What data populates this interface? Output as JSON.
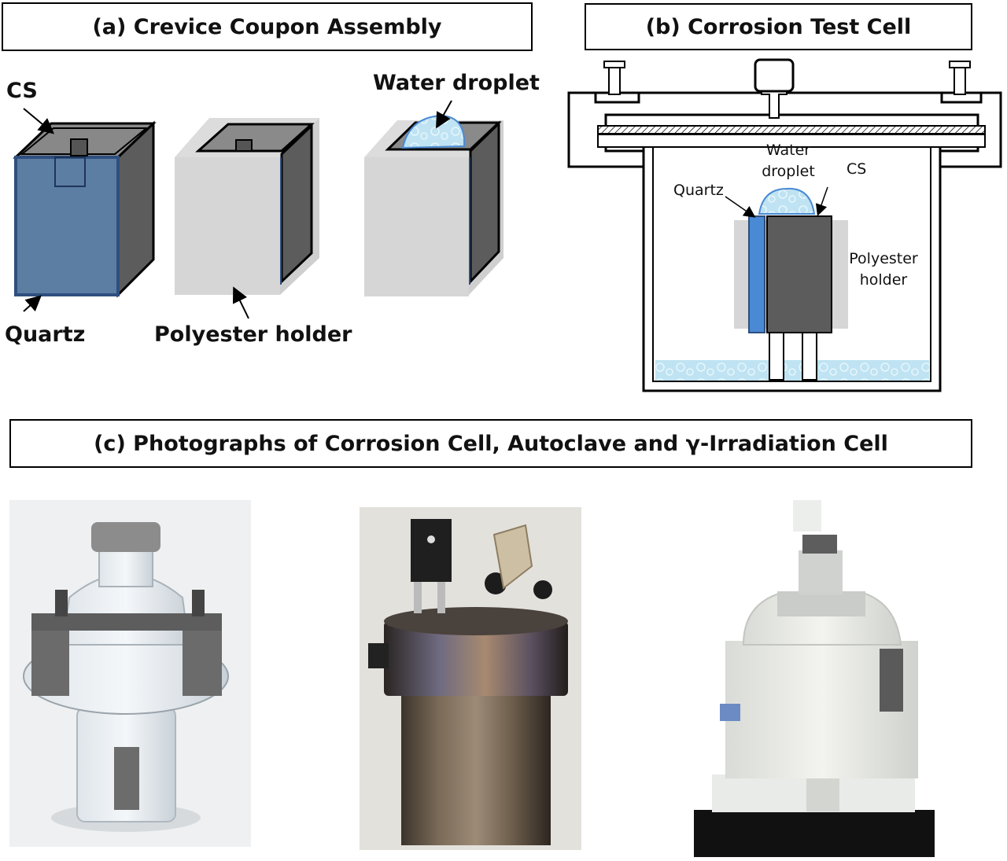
{
  "panel_a": {
    "title": "(a)  Crevice Coupon Assembly",
    "labels": {
      "cs": "CS",
      "quartz": "Quartz",
      "holder": "Polyester holder",
      "droplet": "Water droplet"
    }
  },
  "panel_b": {
    "title": "(b)  Corrosion Test Cell",
    "labels": {
      "droplet_line1": "Water",
      "droplet_line2": "droplet",
      "cs": "CS",
      "quartz": "Quartz",
      "holder_line1": "Polyester",
      "holder_line2": "holder"
    }
  },
  "panel_c": {
    "title": "(c)  Photographs of Corrosion Cell, Autoclave and γ-Irradiation Cell"
  },
  "colors": {
    "cs_dark": "#5c5c5c",
    "cs_top": "#8a8a8a",
    "quartz_blue": "#5d7ea3",
    "quartz_edge": "#2f4f7f",
    "holder_gray": "#d6d6d6",
    "water_blue": "#bfe3f2",
    "quartz_strip": "#4a8ad4"
  }
}
